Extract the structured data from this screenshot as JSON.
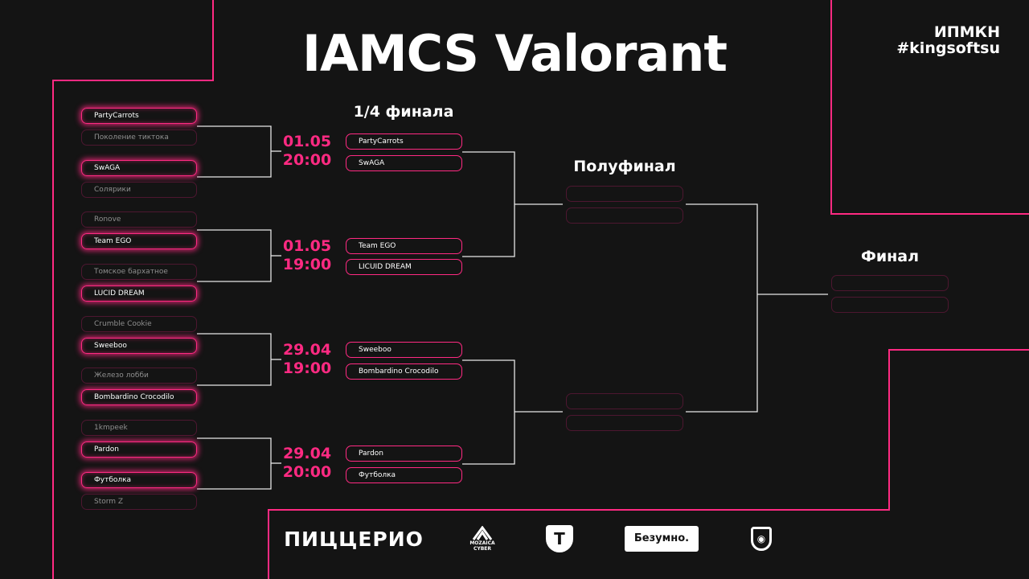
{
  "header": {
    "title": "IAMCS Valorant",
    "org_line1": "ИПМКН",
    "org_line2": "#kingsoftsu"
  },
  "stages": {
    "quarter": "1/4 финала",
    "semi": "Полуфинал",
    "final": "Финал"
  },
  "colors": {
    "accent": "#ff2a82",
    "background": "#141414",
    "muted_border": "#4d1730"
  },
  "round1": [
    {
      "name": "PartyCarrots",
      "winner": true
    },
    {
      "name": "Поколение тиктока",
      "winner": false
    },
    {
      "name": "SwAGA",
      "winner": true
    },
    {
      "name": "Солярики",
      "winner": false
    },
    {
      "name": "Ronove",
      "winner": false
    },
    {
      "name": "Team EGO",
      "winner": true
    },
    {
      "name": "Томское бархатное",
      "winner": false
    },
    {
      "name": "LUCID DREAM",
      "winner": true
    },
    {
      "name": "Crumble Cookie",
      "winner": false
    },
    {
      "name": "Sweeboo",
      "winner": true
    },
    {
      "name": "Железо лобби",
      "winner": false
    },
    {
      "name": "Bombardino Crocodilo",
      "winner": true
    },
    {
      "name": "1kmpeek",
      "winner": false
    },
    {
      "name": "Pardon",
      "winner": true
    },
    {
      "name": "Футболка",
      "winner": true
    },
    {
      "name": "Storm Z",
      "winner": false
    }
  ],
  "quarterfinals": [
    {
      "date": "01.05",
      "time": "20:00",
      "teams": [
        "PartyCarrots",
        "SwAGA"
      ]
    },
    {
      "date": "01.05",
      "time": "19:00",
      "teams": [
        "Team EGO",
        "LICUID DREAM"
      ]
    },
    {
      "date": "29.04",
      "time": "19:00",
      "teams": [
        "Sweeboo",
        "Bombardino Crocodilo"
      ]
    },
    {
      "date": "29.04",
      "time": "20:00",
      "teams": [
        "Pardon",
        "Футболка"
      ]
    }
  ],
  "sponsors": {
    "pizzerio": "ПИЦЦЕРИО",
    "mozaica_line1": "MOZAICA",
    "mozaica_line2": "CYBER",
    "tbank": "Т",
    "bezumno": "Безумно."
  }
}
